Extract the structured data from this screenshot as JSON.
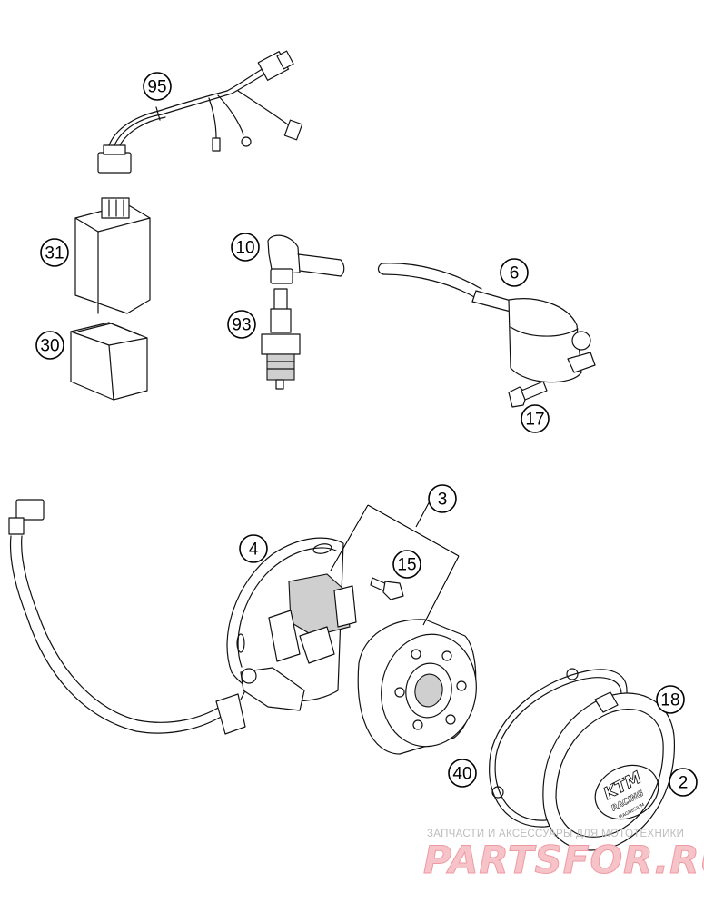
{
  "diagram": {
    "parts": [
      {
        "id": "wiring_harness",
        "label": "95"
      },
      {
        "id": "cdi_unit",
        "label": "31"
      },
      {
        "id": "cdi_holder",
        "label": "30"
      },
      {
        "id": "spark_plug_cap",
        "label": "10"
      },
      {
        "id": "spark_plug",
        "label": "93"
      },
      {
        "id": "ignition_coil",
        "label": "6"
      },
      {
        "id": "coil_screw",
        "label": "17"
      },
      {
        "id": "ignition_assembly",
        "label": "3"
      },
      {
        "id": "stator",
        "label": "4"
      },
      {
        "id": "stator_screw",
        "label": "15"
      },
      {
        "id": "cover_screw",
        "label": "18"
      },
      {
        "id": "gasket",
        "label": "40"
      },
      {
        "id": "ignition_cover",
        "label": "2"
      }
    ]
  },
  "cover_logo": {
    "brand": "KTM",
    "line1": "RACING",
    "line2": "MAGNESIUM"
  },
  "watermark": {
    "caption": "ЗАПЧАСТИ И АКСЕССУАРЫ ДЛЯ МОТОТЕХНИКИ",
    "brand": "PARTSFOR.RU",
    "color": "#f6c3c8"
  }
}
